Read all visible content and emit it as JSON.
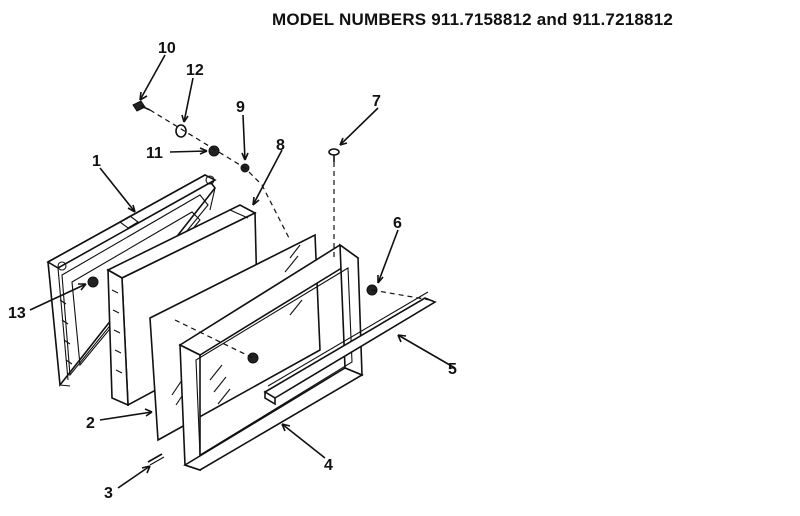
{
  "header": {
    "title": "MODEL NUMBERS 911.7158812 and 911.7218812"
  },
  "callouts": {
    "c1": "1",
    "c2": "2",
    "c3": "3",
    "c4": "4",
    "c5": "5",
    "c6": "6",
    "c7": "7",
    "c8": "8",
    "c9": "9",
    "c10": "10",
    "c11": "11",
    "c12": "12",
    "c13": "13"
  }
}
